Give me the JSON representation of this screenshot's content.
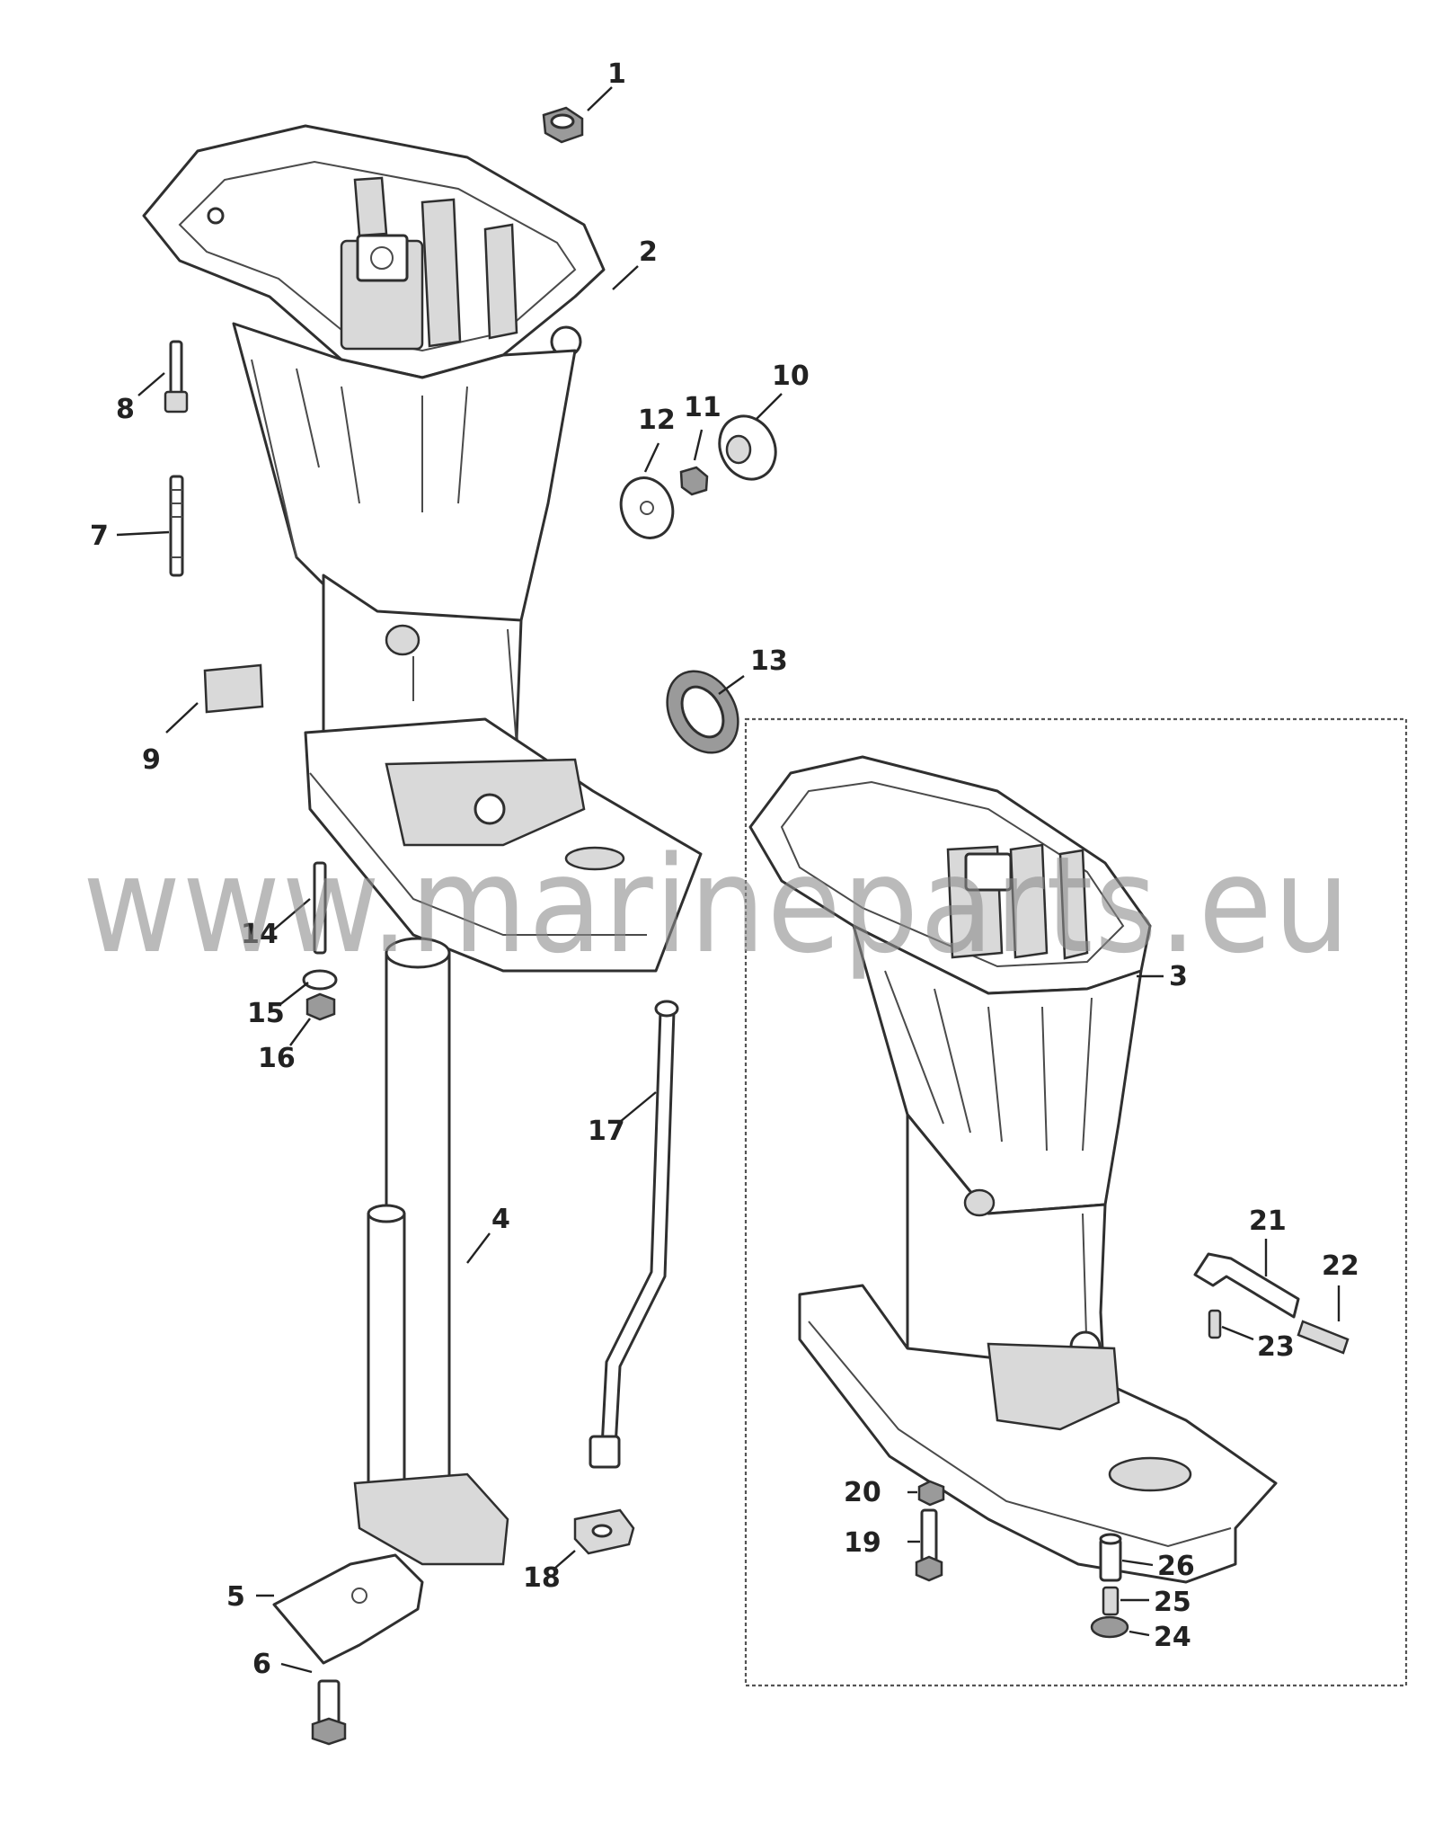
{
  "diagram": {
    "watermark": "www.marineparts.eu",
    "callouts": [
      "1",
      "2",
      "3",
      "4",
      "5",
      "6",
      "7",
      "8",
      "9",
      "10",
      "11",
      "12",
      "13",
      "14",
      "15",
      "16",
      "17",
      "18",
      "19",
      "20",
      "21",
      "22",
      "23",
      "24",
      "25",
      "26"
    ]
  }
}
